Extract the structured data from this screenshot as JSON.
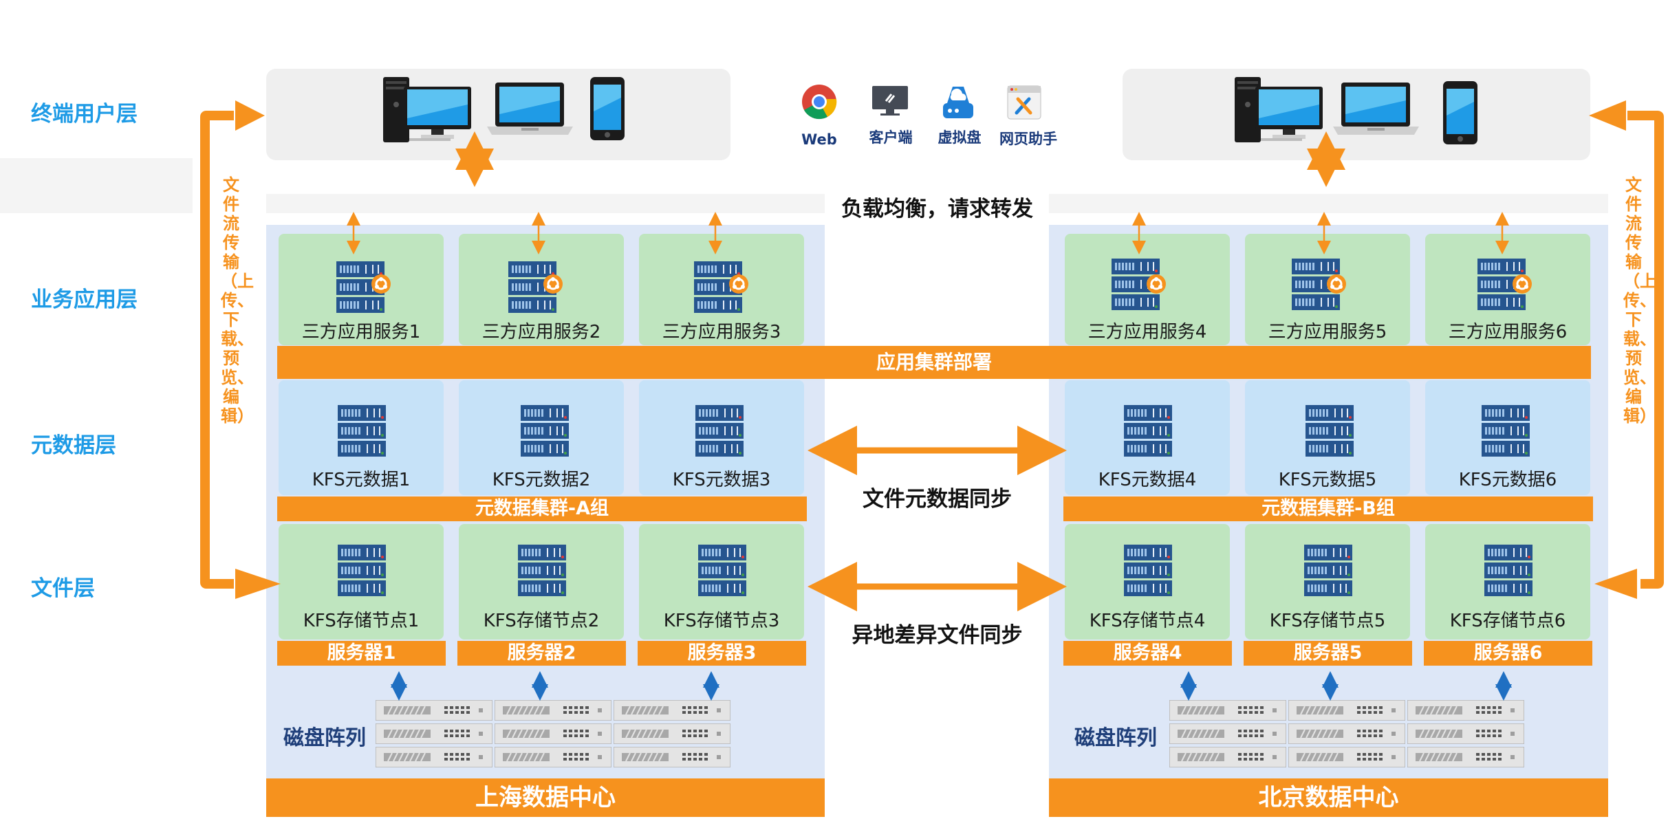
{
  "layers": {
    "terminal": "终端用户层",
    "business": "业务应用层",
    "metadata": "元数据层",
    "file": "文件层"
  },
  "clients": {
    "web": "Web",
    "client": "客户端",
    "vdisk": "虚拟盘",
    "helper": "网页助手"
  },
  "load_balance": "负载均衡，请求转发",
  "app_cluster": "应用集群部署",
  "sync": {
    "metadata": "文件元数据同步",
    "file": "异地差异文件同步"
  },
  "side_text": "文件流传输（上传、下载、预览、编辑）",
  "left_dc": {
    "name": "上海数据中心",
    "apps": [
      "三方应用服务1",
      "三方应用服务2",
      "三方应用服务3"
    ],
    "meta": [
      "KFS元数据1",
      "KFS元数据2",
      "KFS元数据3"
    ],
    "meta_group": "元数据集群-A组",
    "storage": [
      "KFS存储节点1",
      "KFS存储节点2",
      "KFS存储节点3"
    ],
    "servers": [
      "服务器1",
      "服务器2",
      "服务器3"
    ],
    "disk": "磁盘阵列"
  },
  "right_dc": {
    "name": "北京数据中心",
    "apps": [
      "三方应用服务4",
      "三方应用服务5",
      "三方应用服务6"
    ],
    "meta": [
      "KFS元数据4",
      "KFS元数据5",
      "KFS元数据6"
    ],
    "meta_group": "元数据集群-B组",
    "storage": [
      "KFS存储节点4",
      "KFS存储节点5",
      "KFS存储节点6"
    ],
    "servers": [
      "服务器4",
      "服务器5",
      "服务器6"
    ],
    "disk": "磁盘阵列"
  },
  "colors": {
    "orange": "#f6921e",
    "blue_label": "#1e9be6",
    "panel": "#dde7f7",
    "green_cell": "#bfe5bf",
    "blue_cell": "#c6e2f8"
  }
}
